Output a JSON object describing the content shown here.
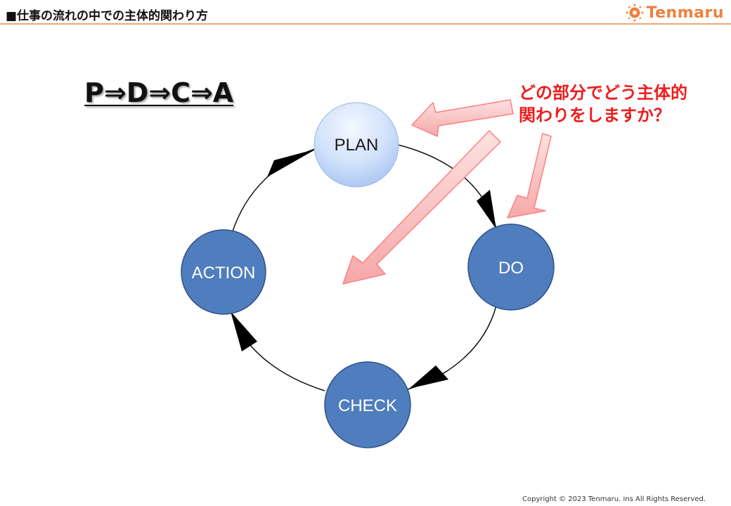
{
  "header": {
    "title": "■仕事の流れの中での主体的関わり方",
    "logo_text": "Tenmaru"
  },
  "heading": "P⇒D⇒C⇒A",
  "question": {
    "line1": "どの部分でどう主体的",
    "line2": "関わりをしますか？"
  },
  "cycle": {
    "nodes": [
      "PLAN",
      "DO",
      "CHECK",
      "ACTION"
    ]
  },
  "colors": {
    "accent_orange": "#f07f3c",
    "header_line": "#f0a878",
    "question_red": "#ee1c1c",
    "node_blue": "#4f7dbd",
    "plan_light_top": "#eaf2fe",
    "plan_light_bottom": "#a9c6f2",
    "pointer_arrow": "#f8b4b4"
  },
  "footer": {
    "copyright": "Copyright © 2023 Tenmaru. ins  All Rights Reserved."
  }
}
